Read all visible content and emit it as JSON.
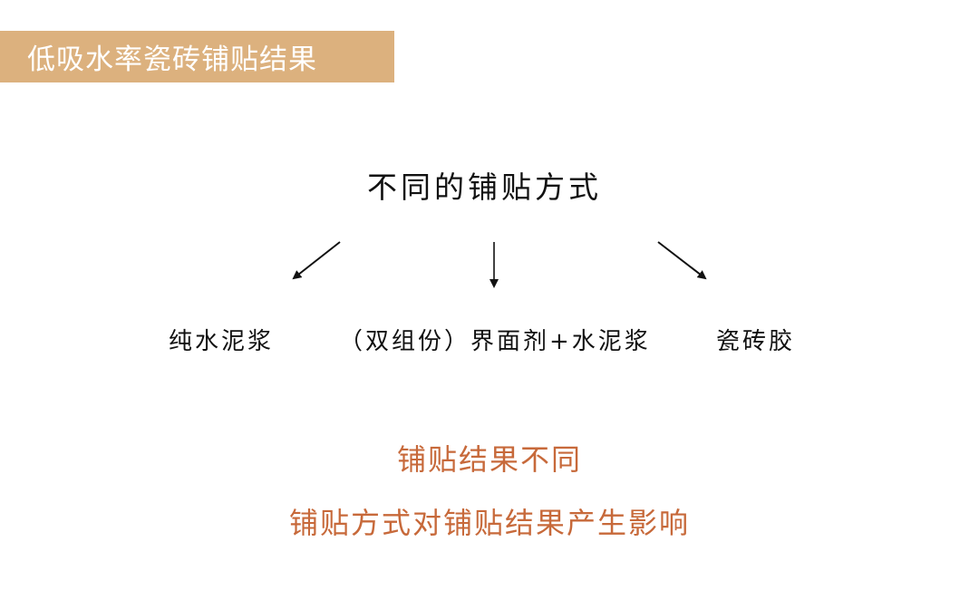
{
  "header": {
    "title": "低吸水率瓷砖铺贴结果"
  },
  "diagram": {
    "root": "不同的铺贴方式",
    "methods": [
      "纯水泥浆",
      "（双组份）界面剂+水泥浆",
      "瓷砖胶"
    ]
  },
  "conclusions": [
    "铺贴结果不同",
    "铺贴方式对铺贴结果产生影响"
  ],
  "colors": {
    "banner": "#dcb17e",
    "banner_text": "#ffffff",
    "conclusion_text": "#c7693a",
    "body_text": "#111111"
  }
}
